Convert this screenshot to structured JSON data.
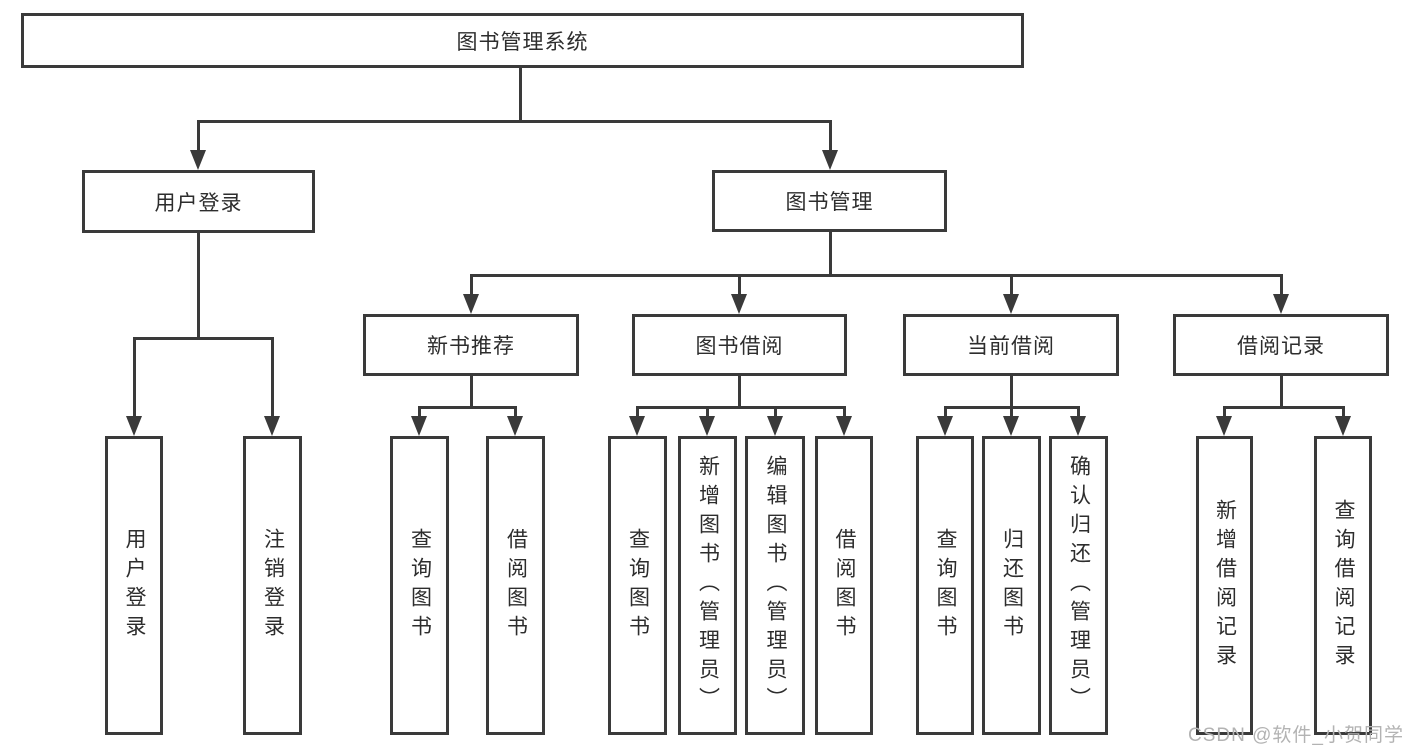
{
  "tree": {
    "label": "图书管理系统",
    "children": [
      {
        "label": "用户登录",
        "children": [
          {
            "label": "用户登录"
          },
          {
            "label": "注销登录"
          }
        ]
      },
      {
        "label": "图书管理",
        "children": [
          {
            "label": "新书推荐",
            "children": [
              {
                "label": "查询图书"
              },
              {
                "label": "借阅图书"
              }
            ]
          },
          {
            "label": "图书借阅",
            "children": [
              {
                "label": "查询图书"
              },
              {
                "label": "新增图书（管理员）"
              },
              {
                "label": "编辑图书（管理员）"
              },
              {
                "label": "借阅图书"
              }
            ]
          },
          {
            "label": "当前借阅",
            "children": [
              {
                "label": "查询图书"
              },
              {
                "label": "归还图书"
              },
              {
                "label": "确认归还（管理员）"
              }
            ]
          },
          {
            "label": "借阅记录",
            "children": [
              {
                "label": "新增借阅记录"
              },
              {
                "label": "查询借阅记录"
              }
            ]
          }
        ]
      }
    ]
  },
  "watermark": {
    "text": "CSDN @软件_小贺同学"
  },
  "colors": {
    "line": "#3a3a3a",
    "text": "#2d2d2d",
    "background": "#ffffff",
    "watermark": "#b3b3b3"
  }
}
